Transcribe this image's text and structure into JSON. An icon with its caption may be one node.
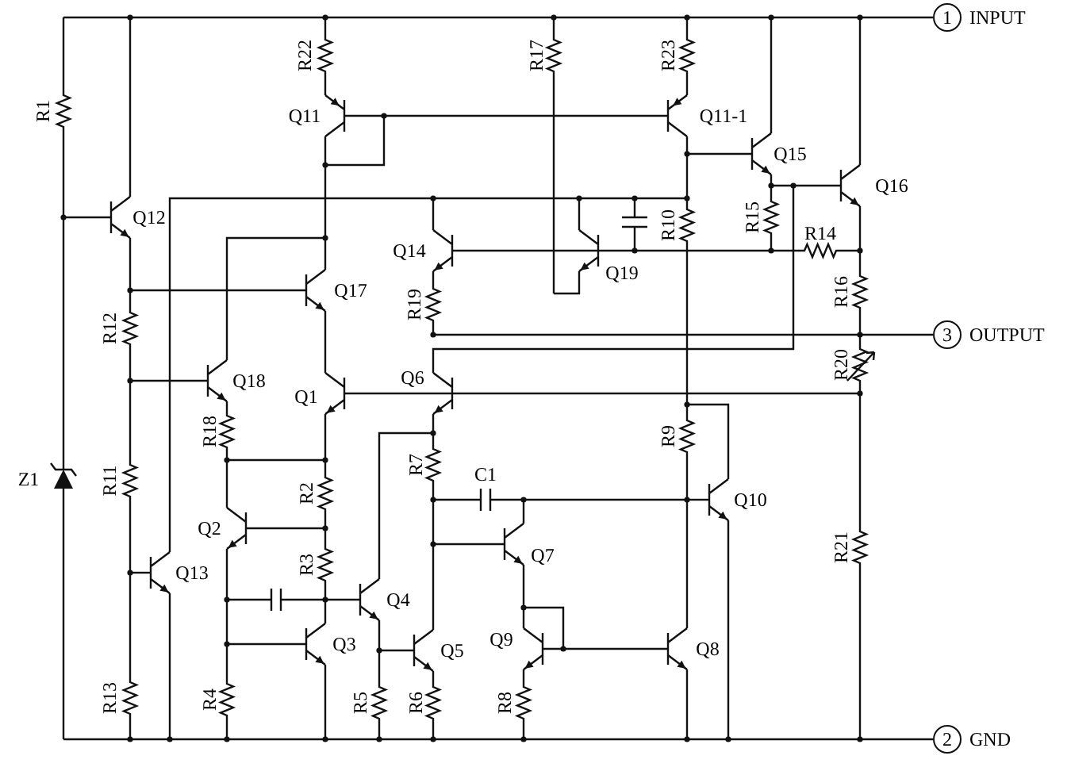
{
  "diagram": {
    "nodes": [
      {
        "text": [
          "1"
        ],
        "beside": [
          "INPUT"
        ]
      },
      {
        "text": [
          "3"
        ],
        "beside": [
          "OUTPUT"
        ]
      },
      {
        "text": [
          "2"
        ],
        "beside": [
          "GND"
        ]
      },
      {
        "text": [],
        "shape": "picture"
      }
    ],
    "edges": [
      {
        "from": 3,
        "to": 0,
        "arrow": "none"
      },
      {
        "from": 3,
        "to": 1,
        "arrow": "none"
      },
      {
        "from": 3,
        "to": 2,
        "arrow": "none"
      }
    ],
    "labels": [
      "R1",
      "R22",
      "R17",
      "R23",
      "Q11",
      "Q11-1",
      "Q15",
      "Q16",
      "Q12",
      "R10",
      "R15",
      "Q19",
      "R14",
      "Q14",
      "Q17",
      "R19",
      "R16",
      "R12",
      "Q18",
      "Q1",
      "Q6",
      "R20",
      "R18",
      "R9",
      "Z1",
      "R11",
      "R7",
      "C1",
      "R2",
      "Q10",
      "Q2",
      "Q7",
      "R21",
      "R3",
      "Q13",
      "Q4",
      "Q3",
      "Q5",
      "Q9",
      "Q8",
      "R13",
      "R4",
      "R5",
      "R6",
      "R8"
    ]
  }
}
